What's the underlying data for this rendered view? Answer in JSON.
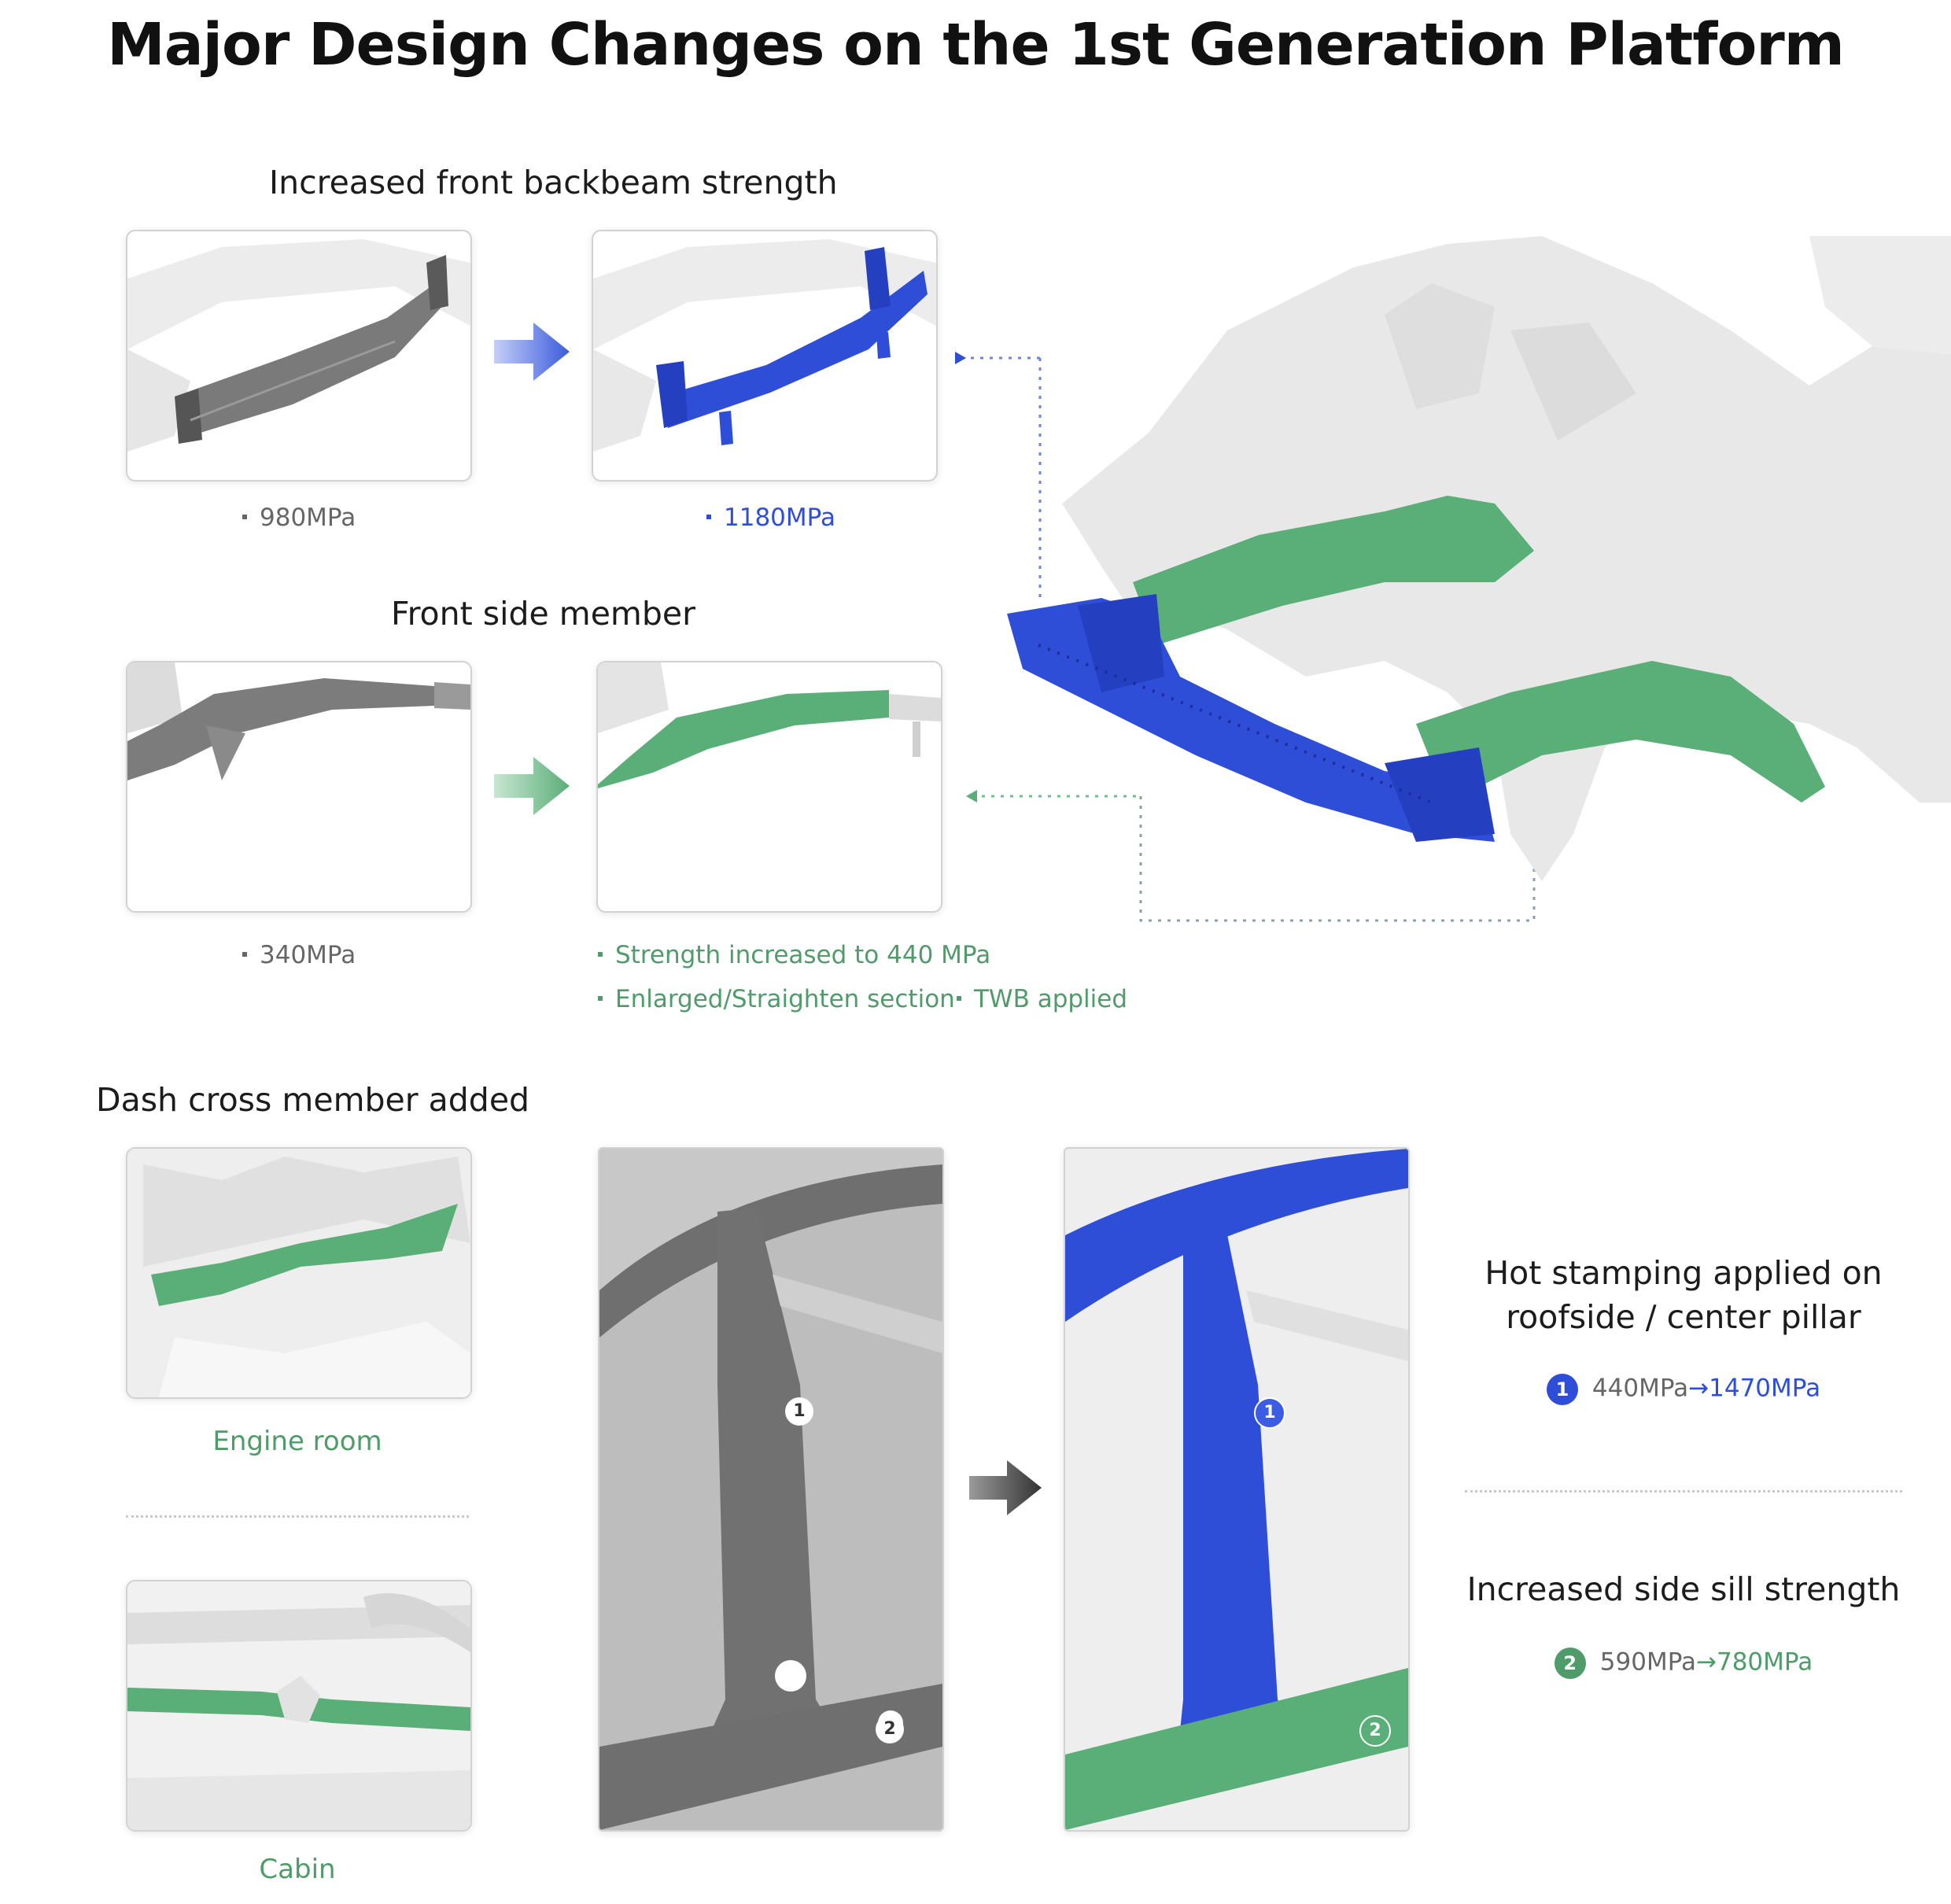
{
  "title": "Major Design Changes on the 1st Generation Platform",
  "backbeam": {
    "heading": "Increased front backbeam strength",
    "before_value": "980MPa",
    "after_value": "1180MPa"
  },
  "side_member": {
    "heading": "Front side member",
    "before_value": "340MPa",
    "notes": [
      "Strength increased to 440 MPa",
      "Enlarged/Straighten section",
      "TWB applied"
    ]
  },
  "dash_cross": {
    "heading": "Dash cross member added",
    "engine_label": "Engine room",
    "cabin_label": "Cabin"
  },
  "hot_stamping": {
    "heading_line1": "Hot stamping applied on",
    "heading_line2": "roofside / center pillar",
    "badge": "1",
    "from": "440MPa",
    "arrow": "→",
    "to": "1470MPa"
  },
  "side_sill": {
    "heading": "Increased side sill strength",
    "badge": "2",
    "from": "590MPa",
    "arrow": "→",
    "to": "780MPa"
  },
  "colors": {
    "blue": "#2f4ed8",
    "green": "#4f9b6a",
    "dark_part": "#6f6f6f",
    "light_part": "#e4e4e4"
  }
}
